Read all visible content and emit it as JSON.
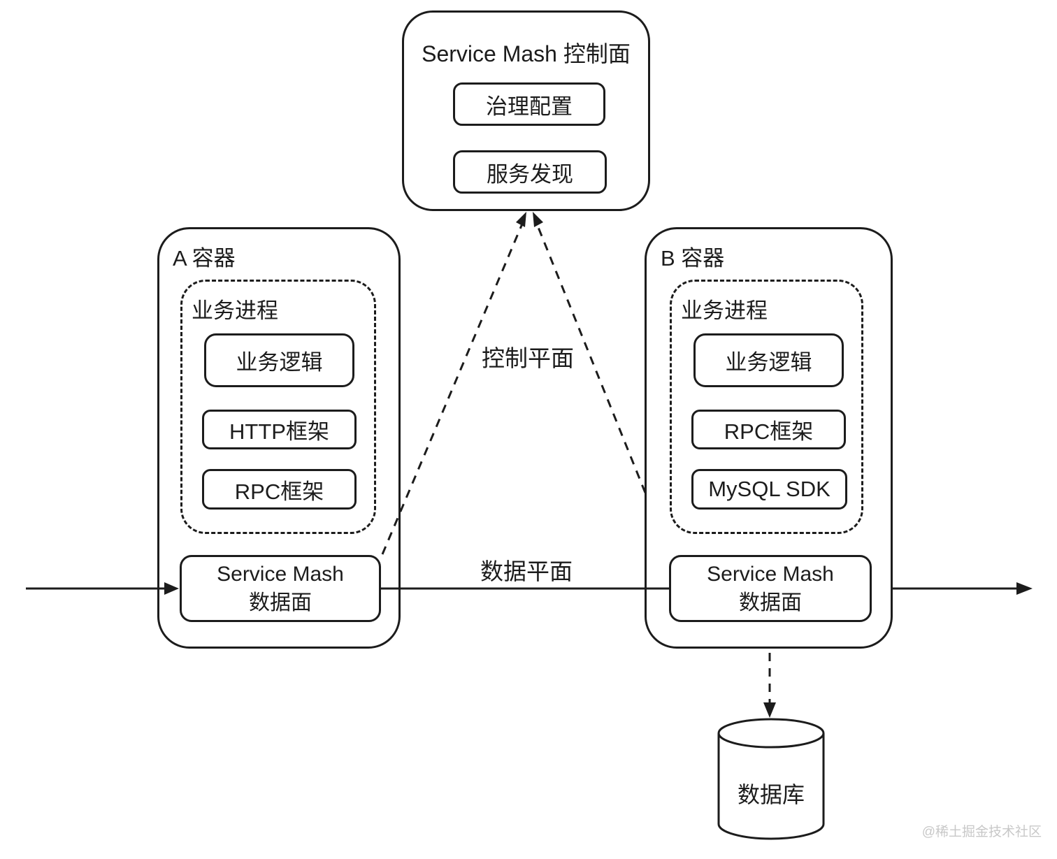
{
  "diagram": {
    "control_plane_box": {
      "title": "Service Mash 控制面",
      "items": [
        "治理配置",
        "服务发现"
      ]
    },
    "container_a": {
      "title": "A 容器",
      "process_box": {
        "title": "业务进程",
        "items": [
          "业务逻辑",
          "HTTP框架",
          "RPC框架"
        ]
      },
      "data_plane_box": {
        "line1": "Service Mash",
        "line2": "数据面"
      }
    },
    "container_b": {
      "title": "B 容器",
      "process_box": {
        "title": "业务进程",
        "items": [
          "业务逻辑",
          "RPC框架",
          "MySQL SDK"
        ]
      },
      "data_plane_box": {
        "line1": "Service Mash",
        "line2": "数据面"
      }
    },
    "edge_labels": {
      "control_plane": "控制平面",
      "data_plane": "数据平面"
    },
    "database": {
      "label": "数据库"
    },
    "watermark": "@稀土掘金技术社区",
    "colors": {
      "stroke": "#1c1c1c",
      "background": "#ffffff",
      "watermark": "#c8c8c8"
    }
  }
}
